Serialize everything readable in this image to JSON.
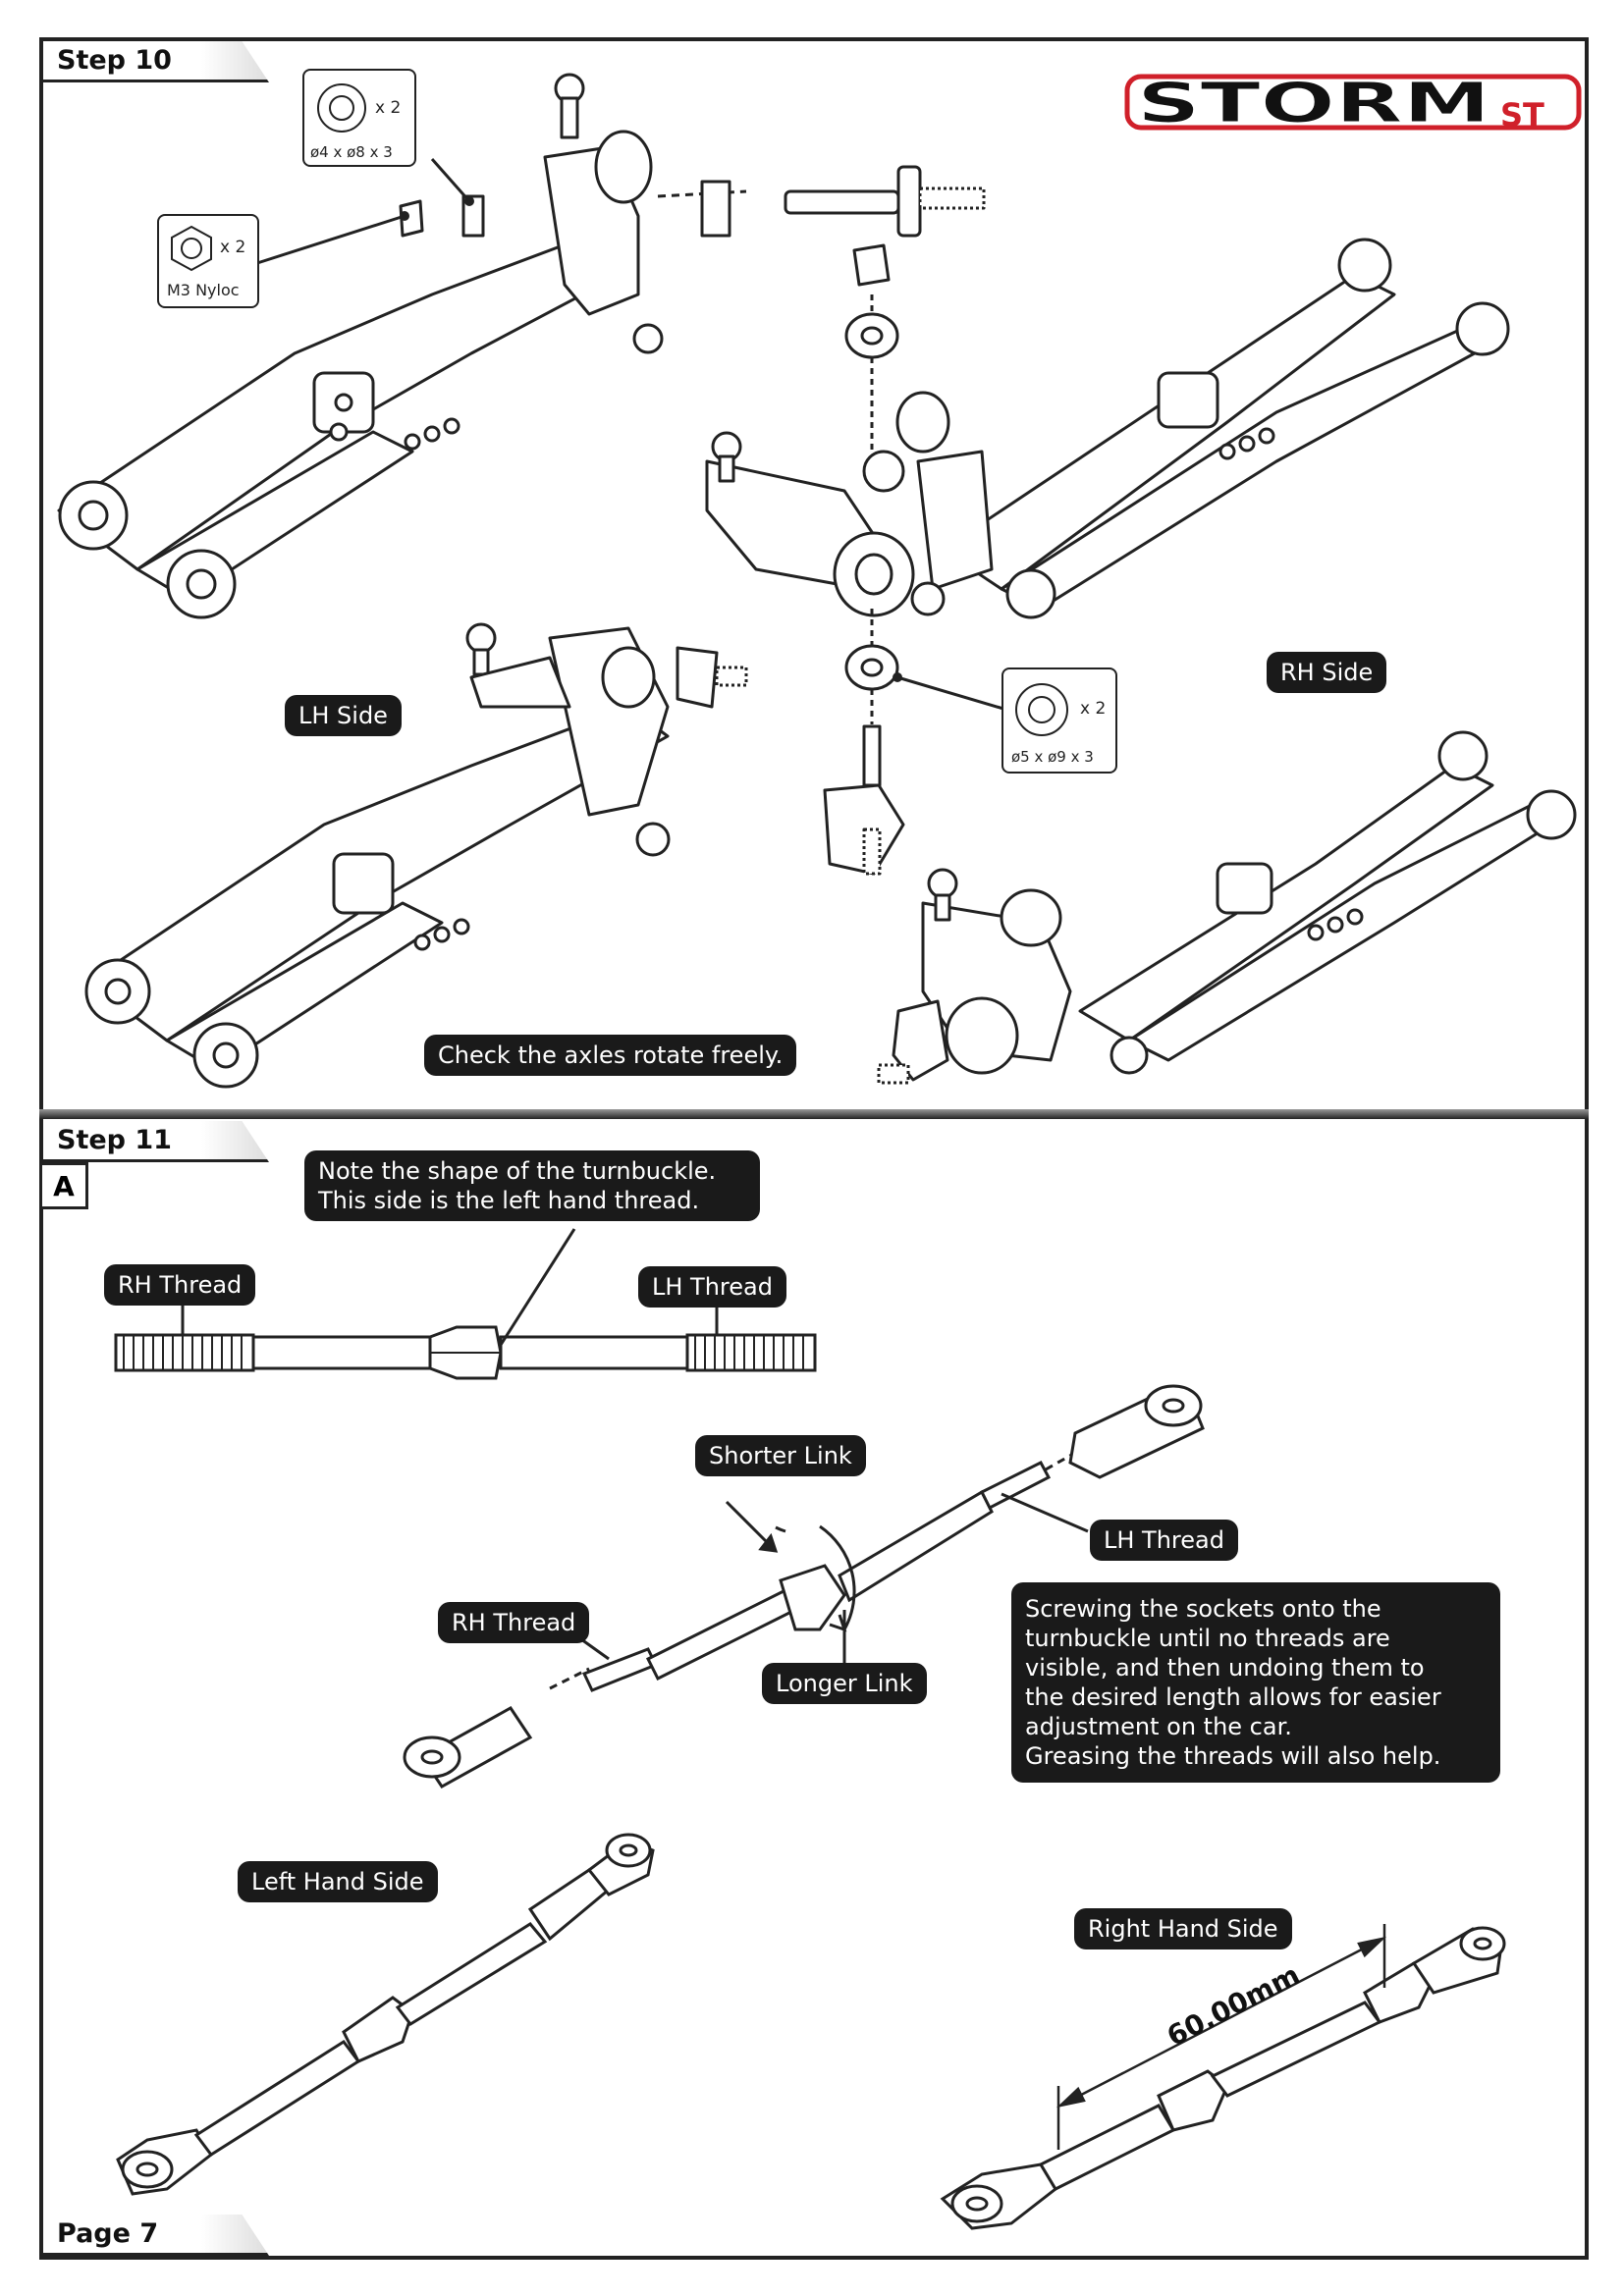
{
  "header": {
    "step10_label": "Step 10",
    "step11_label": "Step 11",
    "subsection_label": "A",
    "page_label": "Page 7",
    "brand_main": "STORM",
    "brand_suffix": "ST"
  },
  "step10": {
    "parts": [
      {
        "qty": "x 2",
        "spec": "ø4 x ø8 x 3",
        "icon": "washer-icon"
      },
      {
        "qty": "x 2",
        "spec": "M3 Nyloc",
        "icon": "nut-icon"
      },
      {
        "qty": "x 2",
        "spec": "ø5 x ø9 x 3",
        "icon": "bearing-icon"
      }
    ],
    "lh_side_label": "LH Side",
    "rh_side_label": "RH Side",
    "note_axles": "Check the axles rotate freely."
  },
  "step11": {
    "note_turnbuckle": [
      "Note the shape of the turnbuckle.",
      "This side is the left hand thread."
    ],
    "rh_thread_label": "RH Thread",
    "lh_thread_label": "LH Thread",
    "shorter_link_label": "Shorter Link",
    "longer_link_label": "Longer Link",
    "tip_lines": [
      "Screwing the sockets onto the",
      "turnbuckle until no threads are",
      "visible, and then undoing them to",
      "the desired length allows for easier",
      "adjustment on the car.",
      "Greasing the threads will also help."
    ],
    "left_hand_side_label": "Left Hand Side",
    "right_hand_side_label": "Right Hand Side",
    "dimension_label": "60.00mm"
  },
  "colors": {
    "brand_red": "#d0202a",
    "ink": "#1a1a1a"
  }
}
